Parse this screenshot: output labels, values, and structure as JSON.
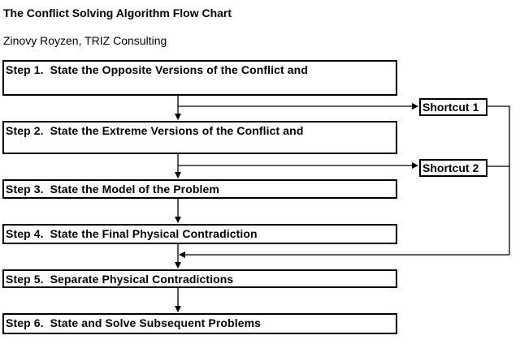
{
  "header": {
    "title": "The Conflict Solving Algorithm Flow Chart",
    "author": "Zinovy Royzen, TRIZ Consulting"
  },
  "steps": [
    {
      "label": "Step 1.  State the Opposite Versions of the Conflict and"
    },
    {
      "label": "Step 2.  State the Extreme Versions of the Conflict and"
    },
    {
      "label": "Step 3.  State the Model of the Problem"
    },
    {
      "label": "Step 4.  State the Final Physical Contradiction"
    },
    {
      "label": "Step 5.  Separate Physical Contradictions"
    },
    {
      "label": "Step 6.  State and Solve Subsequent Problems"
    }
  ],
  "shortcuts": [
    {
      "label": "Shortcut 1"
    },
    {
      "label": "Shortcut 2"
    }
  ],
  "colors": {
    "line": "#000000",
    "background": "#ffffff"
  }
}
